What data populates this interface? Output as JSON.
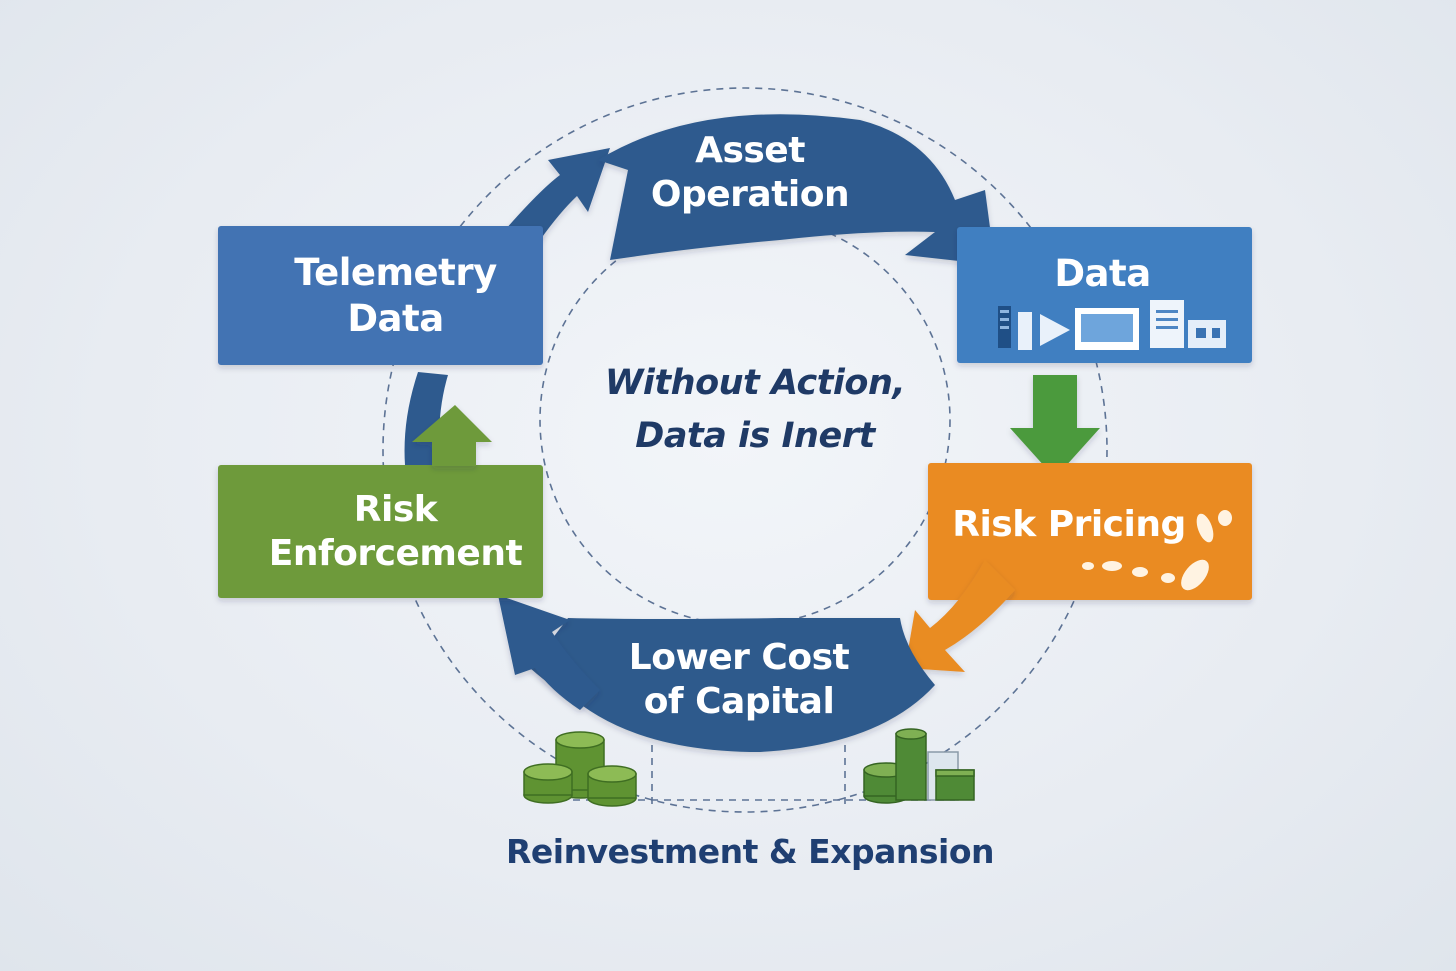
{
  "diagram": {
    "center_text": "Without Action,\nData is Inert",
    "footer_caption": "Reinvestment & Expansion",
    "nodes": {
      "asset_operation": {
        "label": "Asset\nOperation",
        "color": "#2e5a8e"
      },
      "data": {
        "label": "Data",
        "color": "#3f7fc1"
      },
      "risk_pricing": {
        "label": "Risk Pricing",
        "color": "#ea8b23"
      },
      "lower_cost_of_capital": {
        "label": "Lower Cost\nof Capital",
        "color": "#2f5a8c"
      },
      "risk_enforcement": {
        "label": "Risk\nEnforcement",
        "color": "#6e9a3b"
      },
      "telemetry_data": {
        "label": "Telemetry\nData",
        "color": "#4273b3"
      }
    },
    "arrow_colors": {
      "data_to_risk_pricing": "#4b9a3e",
      "risk_pricing_to_lower_cost": "#e98c23",
      "risk_enforcement_to_telemetry": "#6e9a3b",
      "cycle_blue": "#2e5a8e"
    },
    "icons": [
      "data-device-icons",
      "footprints-icon",
      "coin-stack-icon",
      "cash-stack-icon"
    ]
  }
}
